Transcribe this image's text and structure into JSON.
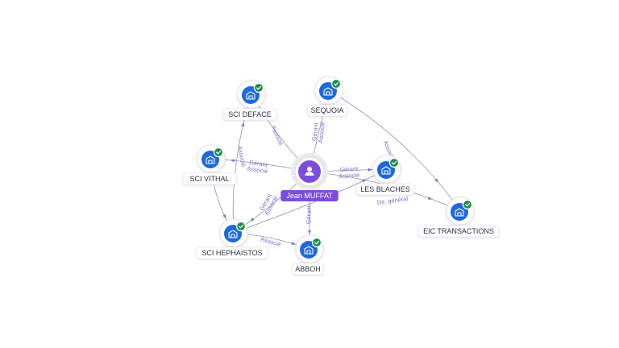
{
  "colors": {
    "company": "#1d68e0",
    "person": "#7c4ddc",
    "verified": "#1e8c4a",
    "edge_label": "#7a6fd0"
  },
  "person": {
    "id": "jean",
    "name": "Jean MUFFAT",
    "icon": "person-icon"
  },
  "companies": [
    {
      "id": "scidef",
      "name": "SCI DEFACE",
      "icon": "building-icon",
      "verified": true
    },
    {
      "id": "sequoia",
      "name": "SEQUOIA",
      "icon": "building-icon",
      "verified": true
    },
    {
      "id": "vithal",
      "name": "SCI VITHAL",
      "icon": "building-icon",
      "verified": true
    },
    {
      "id": "blaches",
      "name": "LES BLACHES",
      "icon": "building-icon",
      "verified": true
    },
    {
      "id": "eic",
      "name": "EIC TRANSACTIONS",
      "icon": "building-icon",
      "verified": true
    },
    {
      "id": "heph",
      "name": "SCI HEPHAISTOS",
      "icon": "building-icon",
      "verified": true
    },
    {
      "id": "abboh",
      "name": "ABBOH",
      "icon": "building-icon",
      "verified": true
    }
  ],
  "edges": [
    {
      "id": "e1",
      "from": "jean",
      "to": "scidef",
      "labels": [
        "Associé"
      ]
    },
    {
      "id": "e2",
      "from": "jean",
      "to": "sequoia",
      "labels": [
        "Gérant",
        "Associé"
      ]
    },
    {
      "id": "e3",
      "from": "jean",
      "to": "vithal",
      "labels": [
        "Gérant",
        "Associé"
      ]
    },
    {
      "id": "e4",
      "from": "jean",
      "to": "blaches",
      "labels": [
        "Gérant",
        "Associé"
      ]
    },
    {
      "id": "e5",
      "from": "jean",
      "to": "eic",
      "labels": [
        "Dir. général"
      ]
    },
    {
      "id": "e6",
      "from": "jean",
      "to": "heph",
      "labels": [
        "Gérant",
        "Associé"
      ]
    },
    {
      "id": "e7",
      "from": "jean",
      "to": "abboh",
      "labels": [
        "Gérant"
      ]
    },
    {
      "id": "e8",
      "from": "heph",
      "to": "abboh",
      "labels": [
        "Associé"
      ]
    },
    {
      "id": "e9",
      "from": "heph",
      "to": "scidef",
      "labels": [
        "Associé"
      ]
    },
    {
      "id": "e10",
      "from": "sequoia",
      "to": "eic",
      "labels": [
        "Associé"
      ]
    },
    {
      "id": "e11",
      "from": "heph",
      "to": "blaches",
      "labels": []
    },
    {
      "id": "e12",
      "from": "vithal",
      "to": "heph",
      "labels": []
    }
  ]
}
